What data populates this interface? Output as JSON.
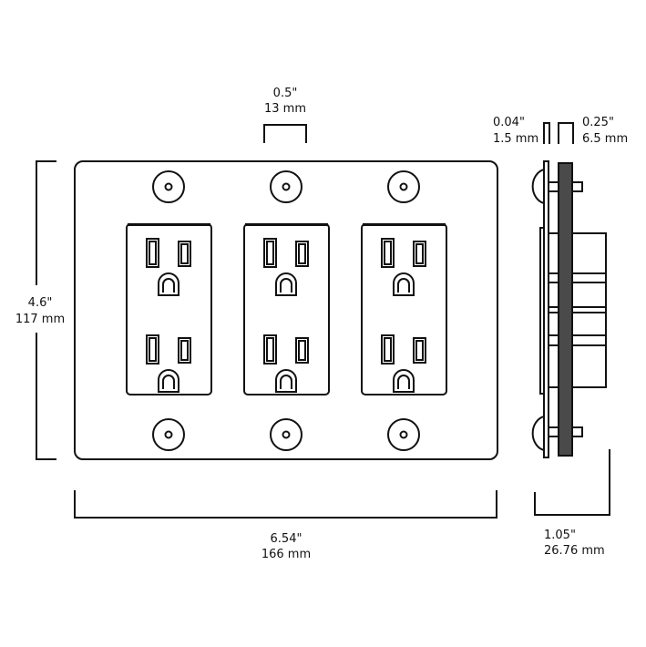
{
  "dimensions": {
    "height": {
      "inches": "4.6\"",
      "mm": "117 mm"
    },
    "width": {
      "inches": "6.54\"",
      "mm": "166 mm"
    },
    "spacing": {
      "inches": "0.5\"",
      "mm": "13 mm"
    },
    "plate_thickness": {
      "inches": "0.04\"",
      "mm": "1.5 mm"
    },
    "backplate_thickness": {
      "inches": "0.25\"",
      "mm": "6.5 mm"
    },
    "depth": {
      "inches": "1.05\"",
      "mm": "26.76 mm"
    }
  },
  "colors": {
    "line": "#111111",
    "backplate": "#4a4a4a"
  }
}
